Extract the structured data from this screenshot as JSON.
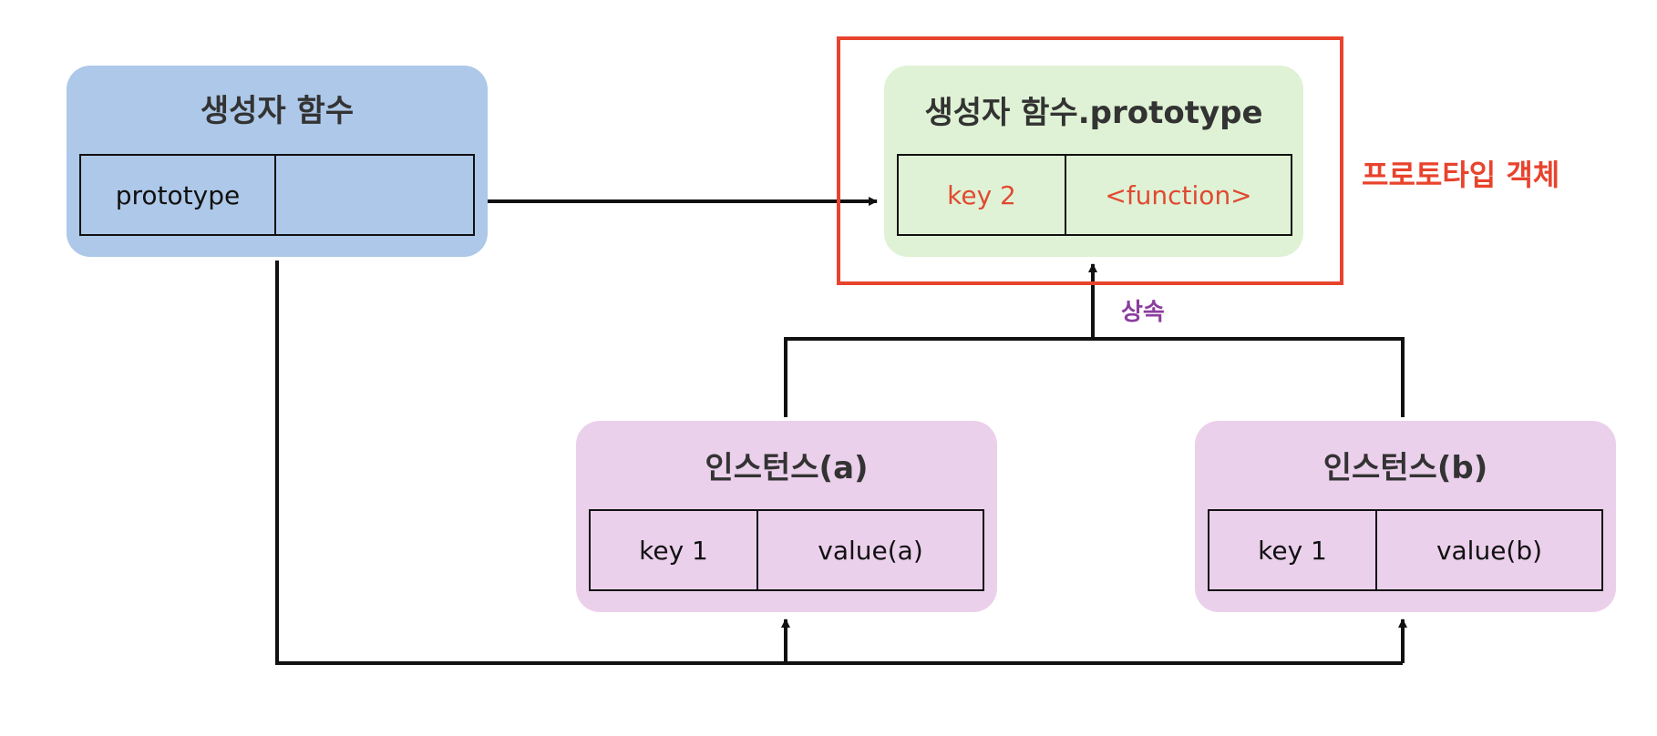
{
  "constructor": {
    "title": "생성자 함수",
    "key": "prototype"
  },
  "prototype_object": {
    "title": "생성자 함수.prototype",
    "key": "key 2",
    "value": "<function>",
    "caption": "프로토타입 객체"
  },
  "inheritance_label": "상속",
  "instance_a": {
    "title": "인스턴스(a)",
    "key": "key 1",
    "value": "value(a)"
  },
  "instance_b": {
    "title": "인스턴스(b)",
    "key": "key 1",
    "value": "value(b)"
  },
  "colors": {
    "constructor_fill": "#adc8e8",
    "prototype_fill": "#dff2d5",
    "instance_fill": "#ebd0ec",
    "highlight": "#e8432d",
    "inheritance_text": "#8a3d9e",
    "line": "#111111"
  }
}
